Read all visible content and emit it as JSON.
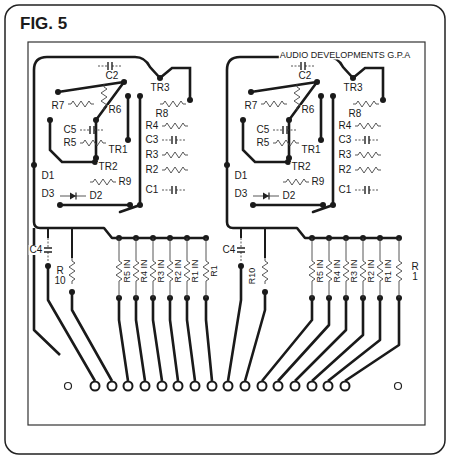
{
  "diagram": {
    "title": "FIG. 5",
    "labels": [
      "AUDIO DEVELOPMENTS G.P.A",
      "C2",
      "R7",
      "TR3",
      "R6",
      "R8",
      "C5",
      "R4",
      "R5",
      "C3",
      "TR1",
      "TR2",
      "R3",
      "D1",
      "R9",
      "R2",
      "C1",
      "D3",
      "D2",
      "C4",
      "R 10",
      "R5 IN",
      "R4 IN",
      "R3 IN",
      "R2 IN",
      "R1 IN",
      "R1",
      "C2",
      "R7",
      "TR3",
      "R6",
      "R8",
      "C5",
      "R4",
      "R5",
      "C3",
      "TR1",
      "TR2",
      "R3",
      "D1",
      "R9",
      "R2",
      "C1",
      "D3",
      "D2",
      "C4",
      "R10",
      "R5 IN",
      "R4 IN",
      "R3 IN",
      "R2 IN",
      "R1 IN",
      "R 1"
    ]
  }
}
